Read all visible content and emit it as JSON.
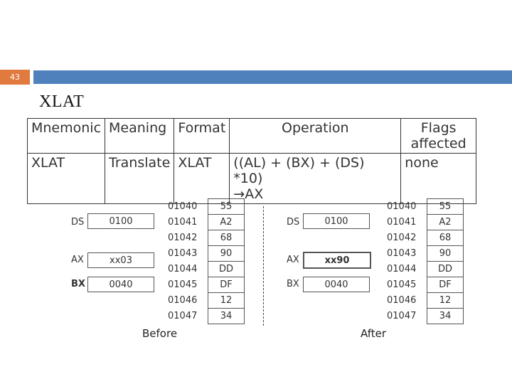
{
  "slide": {
    "number": "43",
    "title": "XLAT"
  },
  "instruction_table": {
    "headers": [
      "Mnemonic",
      "Meaning",
      "Format",
      "Operation",
      "Flags affected"
    ],
    "row": {
      "mnemonic": "XLAT",
      "meaning": "Translate",
      "format": "XLAT",
      "operation_line1": "((AL) + (BX) + (DS) *10)",
      "operation_line2": "→AX",
      "flags": "none"
    }
  },
  "before": {
    "caption": "Before",
    "registers": [
      {
        "name": "DS",
        "value": "0100"
      },
      {
        "name": "AX",
        "value": "xx03"
      },
      {
        "name": "BX",
        "value": "0040"
      }
    ],
    "memory": [
      {
        "addr": "01040",
        "val": "55"
      },
      {
        "addr": "01041",
        "val": "A2"
      },
      {
        "addr": "01042",
        "val": "68"
      },
      {
        "addr": "01043",
        "val": "90"
      },
      {
        "addr": "01044",
        "val": "DD"
      },
      {
        "addr": "01045",
        "val": "DF"
      },
      {
        "addr": "01046",
        "val": "12"
      },
      {
        "addr": "01047",
        "val": "34"
      }
    ]
  },
  "after": {
    "caption": "After",
    "registers": [
      {
        "name": "DS",
        "value": "0100"
      },
      {
        "name": "AX",
        "value": "xx90"
      },
      {
        "name": "BX",
        "value": "0040"
      }
    ],
    "memory": [
      {
        "addr": "01040",
        "val": "55"
      },
      {
        "addr": "01041",
        "val": "A2"
      },
      {
        "addr": "01042",
        "val": "68"
      },
      {
        "addr": "01043",
        "val": "90"
      },
      {
        "addr": "01044",
        "val": "DD"
      },
      {
        "addr": "01045",
        "val": "DF"
      },
      {
        "addr": "01046",
        "val": "12"
      },
      {
        "addr": "01047",
        "val": "34"
      }
    ]
  },
  "colors": {
    "accent_bar": "#4f81bd",
    "slide_number_bg": "#e07a3f"
  }
}
